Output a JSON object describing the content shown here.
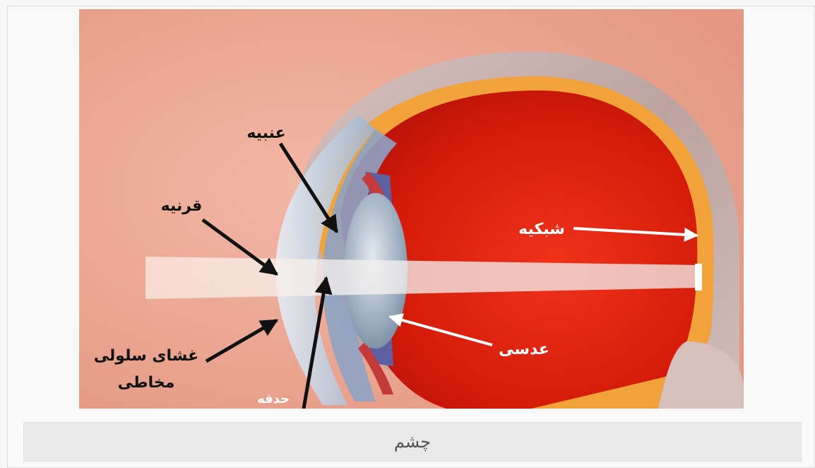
{
  "figure": {
    "labels": {
      "iris": "عنبیه",
      "cornea": "قرنیه",
      "retina": "شبکیه",
      "lens": "عدسی",
      "conjunctiva_line1": "غشای سلولی",
      "conjunctiva_line2": "مخاطی",
      "pupil": "حدقه"
    },
    "colors": {
      "background": "#e8a08a",
      "eye_interior": "#d81e0a",
      "sclera": "#c9b1ad",
      "choroid": "#f2a23a",
      "arrow_black": "#111111",
      "arrow_white": "#ffffff",
      "light_beam": "#f6ece8"
    }
  },
  "caption": {
    "text": "چشم"
  }
}
